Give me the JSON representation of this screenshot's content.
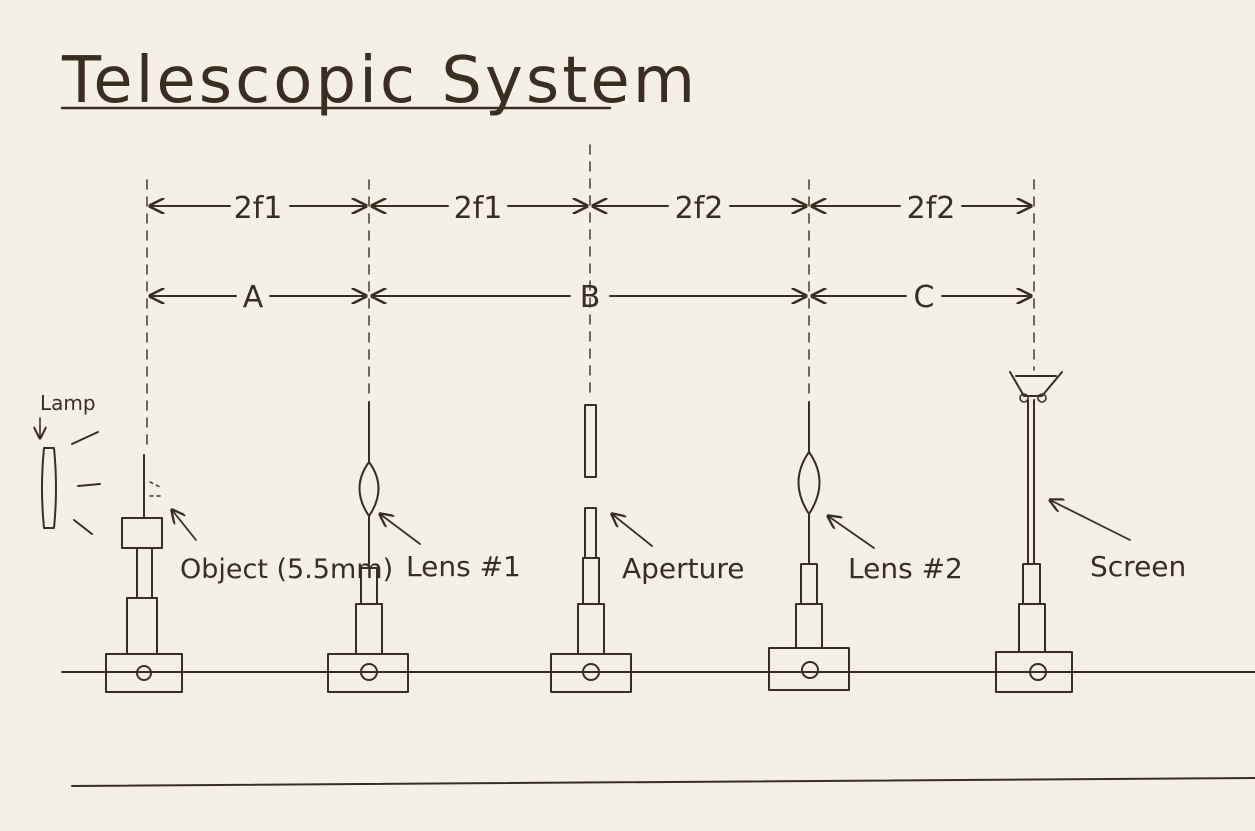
{
  "title": "Telescopic System",
  "dimensions": {
    "row1": [
      "2f1",
      "2f1",
      "2f2",
      "2f2"
    ],
    "row2": [
      "A",
      "B",
      "C"
    ]
  },
  "labels": {
    "lamp": "Lamp",
    "object": "Object (5.5mm)",
    "lens1": "Lens #1",
    "aperture": "Aperture",
    "lens2": "Lens #2",
    "screen": "Screen"
  },
  "colors": {
    "ink": "#3a2e22",
    "paper": "#f4f0e8",
    "post": "#6e625a"
  }
}
